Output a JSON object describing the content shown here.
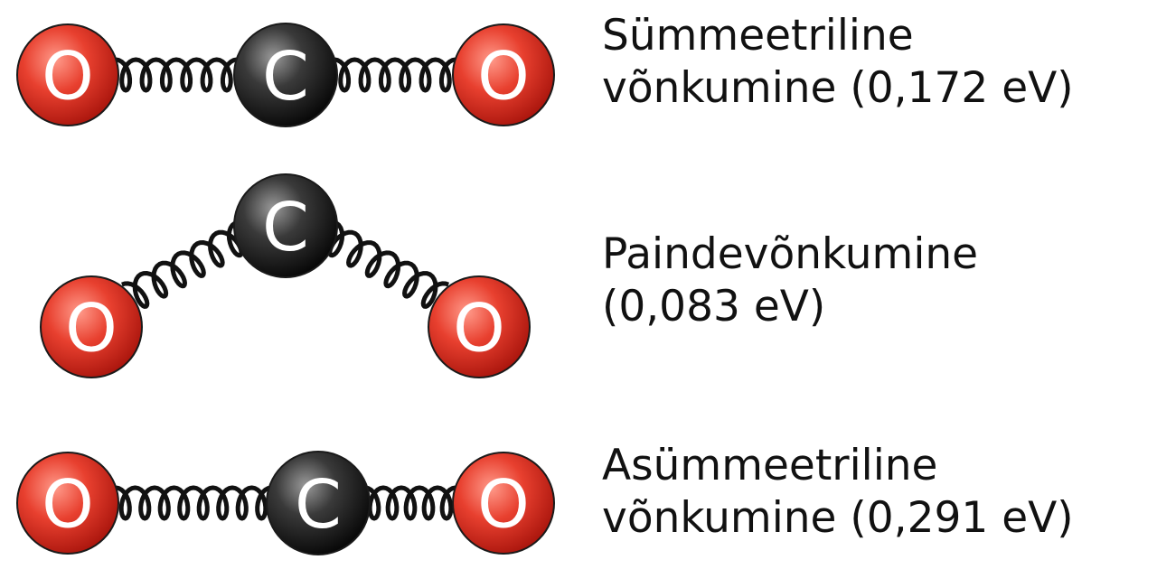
{
  "colors": {
    "oxygen": "#e0362c",
    "carbon": "#2a2a2a",
    "spring": "#111111",
    "text": "#111111"
  },
  "atoms": {
    "oxygen_symbol": "O",
    "carbon_symbol": "C"
  },
  "modes": [
    {
      "id": "symmetric",
      "line1": "Sümmeetriline",
      "line2": "võnkumine (0,172 eV)"
    },
    {
      "id": "bending",
      "line1": "Paindevõnkumine",
      "line2": "(0,083 eV)"
    },
    {
      "id": "asymmetric",
      "line1": "Asümmeetriline",
      "line2": "võnkumine (0,291 eV)"
    }
  ]
}
